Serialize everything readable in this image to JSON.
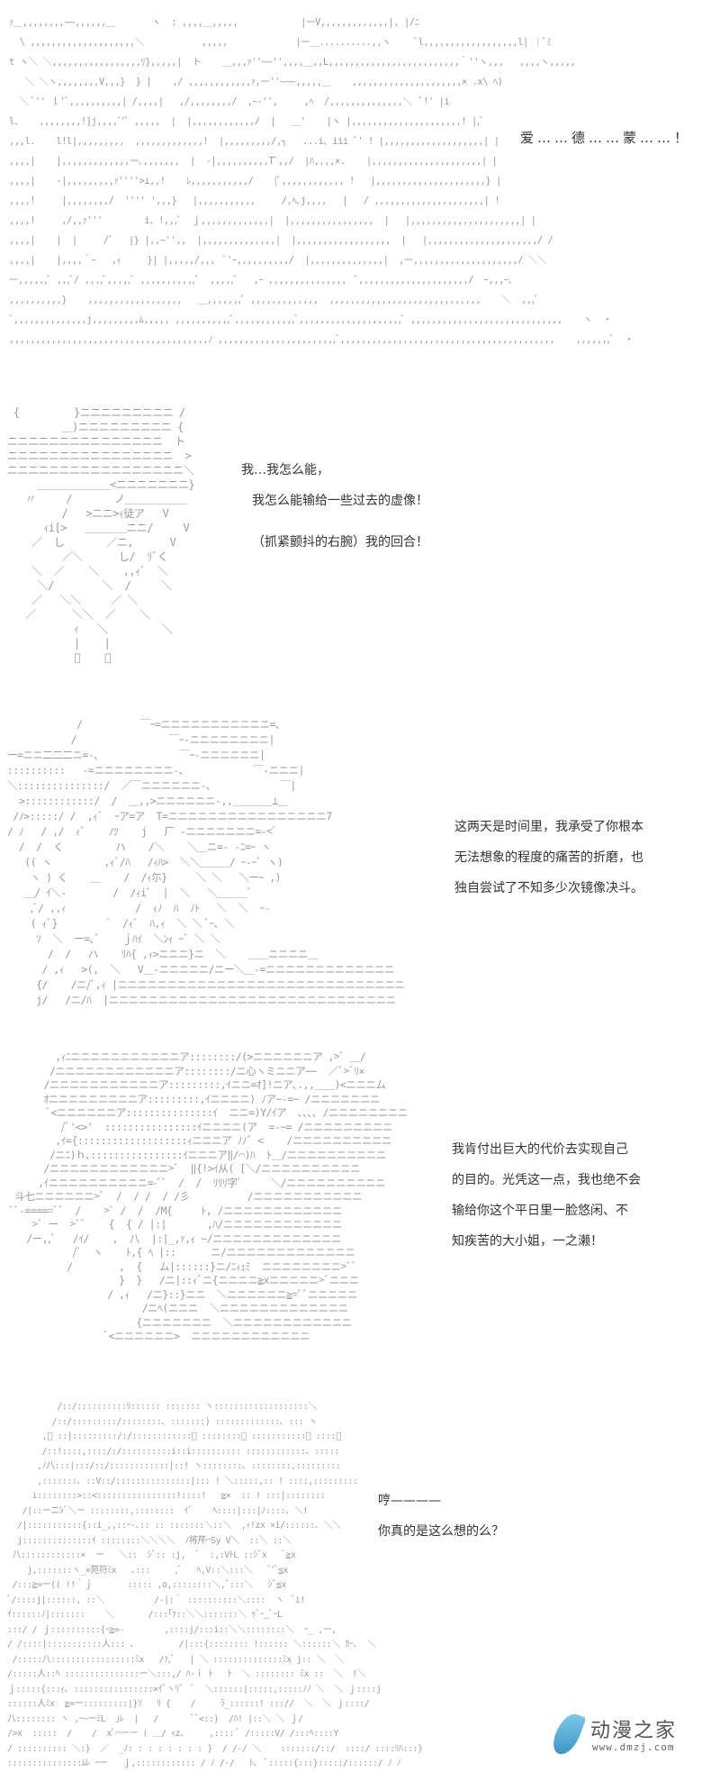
{
  "panels": [
    {
      "id": 1,
      "captions": [
        "爱……德……蒙……！"
      ],
      "art": [
        "ｧ＿,,,,,,,,~~,,,,,,＿       ヽ  : ,,,,＿,,,,,            |ーV,,,,,,,,,,,,,|, |/ﾆ",
        "  \\ ,,,,,,,,,,,,,,,,,,,,＼           ,,,,,             |ー＿..........,,ヽ     ﾞl,,,,,,,,,,,,,,,,,,l| ｜ﾞﾐ",
        "t ヽ＼ ＼,,,,,,,,,,,,,,,,,ﾘ},,,,,|  ト    ＿,,,ｧ''~~'',,,,＿,,L,,,,,,,,,,,,,,,,,,,,,,,,,｀''ヽ,,,   ,,,,ヽ,,,,,",
        "   ＼ ＼ヽ,,,,,,,,V,,,}  } |    ,/ ,,,,,,,,,,,,ｧ,ー''~~~,,,,,＿    ,,,,,,,,,,,,,,,,,,,,,× .x\\ ﾍ)",
        "  ＼ ﾞ'' ｌ'ﾞ,,,,,,,,,,| /,,,,|   ,/,,,,,,,,/  ,ｰ-'',     ,ﾍ  /,,,,,,,,,,,,,,＼  ﾞ!' |i",
        "l、   ,,,,,,,,!]j,,,,ﾞ'ﾞ ,,,,,  |  |,,,,,,,,,,,,/  |   ＿'    |ヽ |,,,,,,,,,,,,,,,,,,,,,! |,ﾞ",
        ",,,l.    l!l|,,,,,,,,,  ,,,,,,,,,,,,,!  |,,,,,,,,,/,┐   ...i、iii ﾞ' ! |,,,,,,,,,,,,,,,,,,,| |",
        ",,,,|    |,,,,,,,,,,,,,ー､,,,,,,,  |  -|,,,,,,,,,,Tﾞ,,/  |ﾊ,,,,×.    |,,,,,,,,,,,,,,,,,,,,,| |",
        ",,,,|    -|,,,,,,,,,ｧ''''>⊥,,!    ﾚ,,,,,,,,,,,/    |ﾞ,,,,,,,,,,,, !   |,,,,,,,,,,,,,,,,,,,,,} |",
        ",,,,!     |,,,,,,,,/  '''' ',,,}   |,,,,,,,,,,,     /,ﾍ､j,,,,   |   / ,,,,,,,,,,,,,,,,,,,,,| !",
        ",,,,!     ,/,,ｧ'''        i、!,,,ﾞ  ｊ,,,,,,,,,,,,,|  |,,,,,,,,,,,,,,,,  |   |,,,,,,,,,,,,,,,,,,,,,| |",
        ",,,,|    |  |     /ﾞ   |} |,,~'',,  |,,,,,,,,,,,,,,|  |,,,,,,,,,,,,,,,,,,  |   |,,,,,,,,,,,,,,,,,,,,,/ /",
        ",,,,|    |,,,,｀ｰ   ,ｨ     }| |,,,,,/,,,  ﾞ'ｰ,,,,,,,,,,/  |,,,,,,,,,,,,,,|  ,ー,,,,,,,,,,,,,,,,,,,,/ ＼＼",
        "ー,,,,,,ﾞ ,,,ﾞ/ ,,,,ﾞ,,,,,ﾞ ,,,,,,,,,,,ﾞ  ,,,,,ﾞ   ,ｰ ,,,,,,,,,,,,,,,  ﾞ,,,,,,,,,,,,,,,,,,,,,/  ｰ,,,ｰ､",
        ",,,,,,,,,,}    ,,,,,,,,,,,,,,,,,,   ＿,,,,,,,ﾞ ,,,,,,,,,,,,,  ,,,,,,,,,,,,,,,,,,,,,,,,,,,,,    ＼  ,,,ﾞ",
        "ﾞ,,,,,,,,,,,,,,j,,,,,,,,,ﾑ,,,,, ,,,,,,,,,,,ﾞ,,,,,,,,,,,,ﾞ,,,,,,,,,,,,,,,,,,,,ﾞ ,,,,,,,,,,,,,,,,,,,,,,,,,,,,,    ヽ  ・",
        ",,,,,,,,,,,,,,,,,,,,,,,,,,,,,,,,,,,,,,ﾉ ,,,,,,,,,,,,,,,,,,,,,,,ﾞ,,,,,,,,,,,,,,,,,,,,,,,,,,,,,,,,,,,,,,,,,    ,,,,,,,ﾞ  ・"
      ]
    },
    {
      "id": 2,
      "captions": [
        "我…我怎么能，",
        "我怎么能输给一些过去的虚像！",
        "（抓紧颤抖的右腕）我的回合！"
      ],
      "art": [
        " {         }ニニニニニニニニニ /",
        "         ＿)ニニニニニニニニニ {",
        "ニニニニニニニニニニニニニニニ  ト",
        "ニニニニニニニニニニニニニニニニ  >",
        "ニニニニニニニニニニニニニニニニニ＼",
        "     ＿＿＿＿＿＿＿<ニニニニニニニ}",
        "   〃     /       ノ＿＿＿＿＿＿",
        "         /   >ニニ>ｨ徒ア   V",
        "      ｨi[>   ＿＿＿＿ニニ/     V",
        "    ／  し       ／ニ,      V",
        "         ／＼      し/  ﾘﾞく",
        "    ＼  ／    ＼    ,,ｨﾞ  ＼",
        "     ＼/        ＼  /     ＼",
        "    ／   ＼＼     ／ ＼",
        "   ／      ＼＼  ／    ＼",
        "           ｨ   ＼         ＼",
        "           |    |",
        "           ﾞ    ｰ"
      ]
    },
    {
      "id": 3,
      "captions": [
        "这两天是时间里，我承受了你根本",
        "无法想象的程度的痛苦的折磨，也",
        "独自尝试了不知多少次镜像决斗。"
      ],
      "art": [
        "            /          ￣ｰ=ニニニニニニニニニニニ=､",
        "           /                ￣ｰ-ニニニニニニニニ|",
        "ー=ニニ二二二ニ=-､              ￣ｰ-ニニニニニニ|",
        "::::::::::   -=ニニニニニニニニ-､            ￣-ニニニ|",
        "＼:::::::::::::::/  ／￣ニニニニニニ-､            ￣|",
        "  >::::::::::::/  /  ＿,,>ニニニニニニ-,,＿＿＿＿⊥＿",
        " /ﾉ>:::::/ /  ,ｨﾞ  ｰア=ア  T=ニニニニニニニニニニニニニニニニ7",
        "/ ﾉ   / ,/  ｨﾞ    ﾉﾂ    j   厂 -ニニニニニニニ=-<ﾞ",
        "  /  /  く         ハ    /＼    ＼＿ニ=- -ﾆ=ｰ ヽ",
        "   (( ヽ         ,ｨﾞ/ﾊ   /ｨﾊ>  ＼＼＿＿＿/ ｰ-ｰﾞ ヽ)",
        "    ヽ ) く    ＿    /  /ｨ尓}     ＼ ＼   ＼ーｰ ,)",
        "   ＿/ ｲ＼-        /  /ｨiﾞ  |  ＼   ＼＿＿＿ﾞ",
        "    ,ﾞ/ ,,ｨ            /  ｨﾉ  ﾊ  ﾉﾄ   ＼  ＼  ｰ-",
        "    ( ｨﾞ}         ﾞ  /ｨﾞ  ﾊ,ｨ  ＼ ＼ ﾞｰ､ ＼",
        "     ｿ  ＼  ー=､ﾞ    ｊﾊｲ  ＼ﾝｨ ｰﾞ ＼ ＼",
        "       /  /   ハ    ﾘﾊ{ ,ｨ>ニニニ}ニ  ＼    ＿＿ニニニニ＿",
        "      / ,ｨ   >(,  ＼   V＿-ニニニニニ/ニー＼＿-=ニニニニニニニニニニニニニ",
        "     {/    /ニ/ﾞ,ｨ |ニニニニニニニニニニニニニニニニニニニニニニニニニニニニニ",
        "     j/   /ニ/ﾊ  |ニニニニニニニニニニニニニニニニニニニニニニニニニニニニニ"
      ]
    },
    {
      "id": 4,
      "captions": [
        "我肯付出巨大的代价去实现自己",
        "的目的。光凭这一点，我也绝不会",
        "输给你这个平日里一脸悠闲、不",
        "知疾苦的大小姐，一之濑！"
      ],
      "art": [
        "        ,ｨﾆニニニニニニニニニニニア::::::::/(>ニニニニニニア ,>ﾞ ＿/",
        "       /ニニニニニニニニニニニニア::::::::/ニ心ヽミニニア~~  ／ﾞ>ﾞﾘ×",
        "      /ニニニニニニニニニニニア:::::::::,ｲニニ=ｵ]!ニア､.,,＿＿)<ニニニム",
        "      ｵニニニニニニニニニア:::::::::,ｲニニニニ) ﾉア~-=~ /ニニニニニニニ",
        "       ﾞ<ニニニニニニア:::::::::::::::ｲ  ニニ=)Y/ｲア  ､､､､ /ニニニニニニニニ",
        "         /ﾞ'<>'  ::::::::::::::::ｲニニニニ(ア  =-~= /ニニニニニニニニニ",
        "        ,ｲ={:::::::::::::::::::ｨニニニア ﾉﾉﾞ <    /ニニニニニニニニニニ",
        "       /ニﾆ)ｈ､::::::::::::::::ｲニニニア‖/⌒)ﾊ  ﾄ＿/ニニニニニニニニニニ",
        "      /ニニニニニニニニニニニニ>ﾞ  ‖{!>ｲ从( [＼/ニニニニニニニニニニ",
        "     ,ｲニニニニニニニニニニ=-ﾞﾞ  /  /  ﾘﾘﾘ字ﾞ     ＼/ニニニニニニニニニニ",
        " 斗七ニニニニニニ>ﾞ  /  / /  / /彡          /ニニニニニニニニニニニ",
        "ﾞﾞ-=====ﾞﾞ  /    >ﾞ /  /  /M{     ﾄ, /ニニニニニニニニニニニニ",
        "    >ﾞ ー  >ﾞﾞ    {  { / |:|       ,ﾊ/ニニニニニニニニニニニニ",
        "   /ー,,ﾞ   /ｲ/    ,  八  |:|_,ｧ,ｨ ~/ニニニニニニニニニニニニニ",
        "           /ﾞ  ヽ    ﾄ,{ ﾍ |::      ニ/ニニニニニニニニニニニニニ",
        "          /        ,  {   ム|::::::}ニ/ﾆｨｪﾐ  ニニニニニニニニ>ﾞﾞ",
        "                   }  }   /ニ|::ｨﾞニ{ニニニニ≧xニニニニニ>ﾞニニニ",
        "                 / ,ｨ   /ニ}::}ニニ  ＼ニニニニニニ≧=ﾞﾞニニニニニ",
        "                       /ニﾍ(ニニニ  ＼ニニニニニニニニニニニニニ",
        "                      {ニニニニニニニ  ＼ニニニニニニニニニニニニ",
        "                 ﾞ<ニニニニニニ>  ニニニニニニニニニニニニ"
      ]
    },
    {
      "id": 5,
      "captions": [
        "哼————",
        "你真的是这么想的么？"
      ],
      "art": [
        "          /::/::::::::::ﾘ:::::: ::::::: ヽ:::::::::::::::::::＼",
        "         /::/:::::::::/::::::::､ :::::::) :::::::::::::､ ::: ヽ",
        "       ,ﾞ ::|:::::::::/:/::::::::::::､ ::::::::､ :::::::::::､ ::::ﾞ",
        "       /::!::::,::::/:/::::::::::i::i:::::::::: ::::::::::::､ :::::",
        "      ,ﾉ八:::|:::/::/::::::::::::|::! ヽ::::::::､ ::::::::,:::::::::",
        "      ,:::::::､ ::V::/:::::::::::::::|::: ! ＼:::::,:: ! ::::,:::::::::",
        "     i::::::::>::<::::::::::::::::!::::!   ≧×  :: ! :::|::::::::",
        "   /|::ーニｼﾞ＼ー ::::::::,::::::::  ｲﾞ    ﾍ::::|:::|ﾉ::::､ ＼!",
        "  /|:::::::::::{::i_,,::ｰ-､:: :: :::::::＼::＼  ,ｨ!zx ×i/::::::､ ＼＼",
        "  j::::::::::::::ｲ ::::::::＼＼＼＼  ﾉ将芹⌒Sy V＼  ::＼ ::＼",
        " 八::::::::::::×  ー   ＼::  ｼﾞ:: :j,  ﾞ  :,:VﾄL ::ｼﾞx   ﾞ≧x",
        "    j,:::::::ヽ_×苑符ﾐx   ､:::     ,ﾞ   ﾍ,V::＼:::＼   ﾞ'ﾞ≦x",
        " /:::≧=ー(( !!｀ｊ       ::::: ,o,::::::::＼,ﾞ:::＼   ｼﾞ≦x",
        "ﾞ/::::j|::::::, ::＼          /-|:｀ ::::::::::＼::::  ヽ  ﾞi!",
        "ｲ::::::ﾉ|:::::::    ＼       /:::｢ｧ::＼＼:::::::＼ ｩﾞｰ_ﾞｰL",
        ":::/ / ｊ::::::::::{ｰ≧=-        ,::::j/:::i::＼＼::::::::＼  ｰ_ ,ー,",
        "/ /::::|:::::::::::人::: ､         /|:::{:::::::: !:::::: ＼::::::＼ ｶｰ､  ＼",
        " /:::::八:::::::::::::::::ﾐx   /ｧ,ﾞ   | ＼ ::::::::::::::ﾐx j:: ＼  ＼",
        "/:::::人::ﾍ :::::::::::::::ー＼:::,/ ﾊ-ｉ ﾄ   ﾄ  ＼ :::::::: ﾐx ::  ＼  !＼",
        "ｊ:::::{:::ｨ､ ::::::::::::::::×ｲﾞヽﾘﾞ  ﾞ  ＼::::::|:::::,:::::ﾉﾉ ＼  ＼ ｊ::::j",
        "::::::人ﾐx  ≧=ー:::::::::|}ｿ   ﾘ {    /     ﾗ_::::::! ::://  ＼  ＼ ｊ::::/",
        "八:::::::: ヽ ,ｰ~ーﾐL  ｣ﾚ  |   /       ﾞﾞ<::}  /ﾊ! |::＼ ＼ ｊ/",
        "/>x  :::::  /    /  xﾞ⌒ーー ( ＿/ ｨz､     ,:::: ﾞ /:::::V/ /:::ﾍ::::Y",
        "/ :::::::::: ＼:}  ／  _ﾉ: : : : : : : : }  / /-/ ＼    :::::::/::/  ::::/ ::::ﾘﾊ:::}",
        ":::::::::::::::ﾑﾚ ｰー   ｊ,:::::::::::: / ﾉ /-/   ﾄ､  ﾞ:::::{:::}:::::/::::::/ ﾉ ﾉ"
      ]
    }
  ],
  "watermark": {
    "name": "动漫之家",
    "url": "www.dmzj.com",
    "icon": "leaf-drop-icon",
    "color": "#3a8fc4"
  }
}
